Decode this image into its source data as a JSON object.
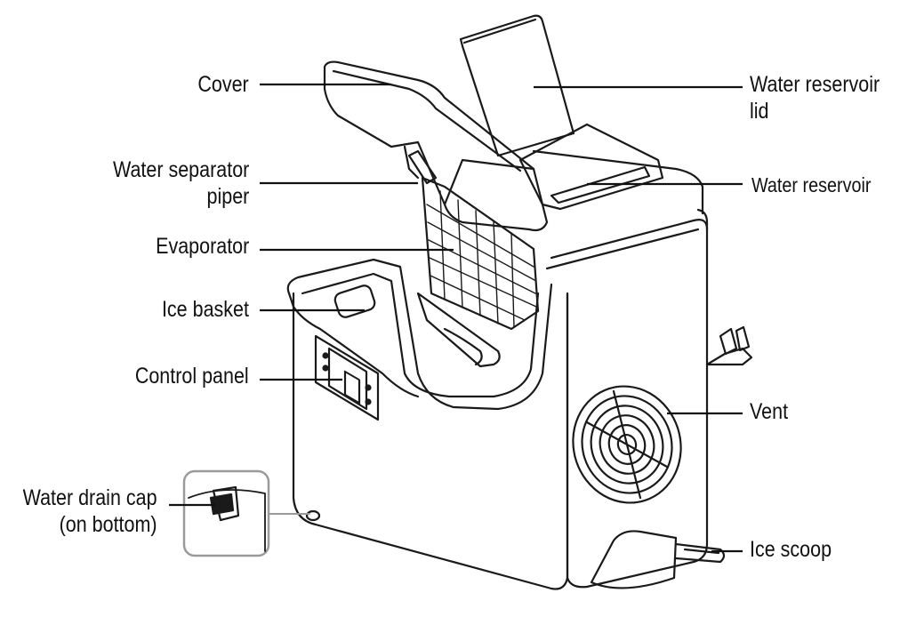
{
  "labels": {
    "cover": "Cover",
    "water_separator_line1": "Water separator",
    "water_separator_line2": "piper",
    "evaporator": "Evaporator",
    "ice_basket": "Ice basket",
    "control_panel": "Control panel",
    "water_drain_line1": "Water drain cap",
    "water_drain_line2": "(on bottom)",
    "water_reservoir_lid_line1": "Water reservoir",
    "water_reservoir_lid_line2": "lid",
    "water_reservoir": "Water reservoir",
    "vent": "Vent",
    "ice_scoop": "Ice scoop"
  },
  "colors": {
    "stroke": "#1a1a1a",
    "callout": "#111111",
    "inset_frame": "#9a9a9a"
  }
}
